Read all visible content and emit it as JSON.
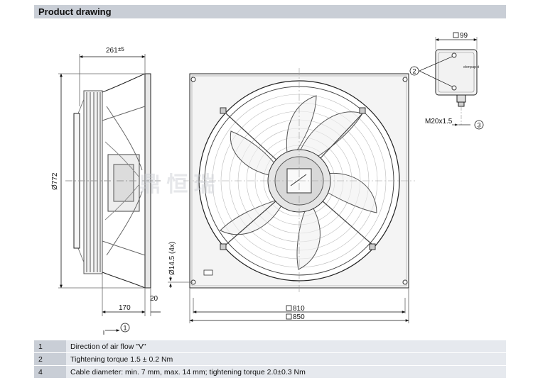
{
  "header": {
    "title": "Product drawing"
  },
  "dimensions": {
    "depth": "261",
    "depth_tol": "±5",
    "diameter": "Ø772",
    "depth_lower": "170",
    "flange": "20",
    "holes": "Ø14.5 (4x)",
    "inner_square": "810",
    "outer_square": "850",
    "box_width": "99",
    "cable_gland": "M20x1.5"
  },
  "callouts": [
    "1",
    "2",
    "3"
  ],
  "terminal_box": {
    "brand": "ebmpapst"
  },
  "watermark": "鼎 恒 瑞",
  "notes": [
    {
      "num": "1",
      "text": "Direction of air flow \"V\""
    },
    {
      "num": "2",
      "text": "Tightening torque 1.5 ± 0.2 Nm"
    },
    {
      "num": "4",
      "text": "Cable diameter: min. 7 mm, max. 14 mm; tightening torque 2.0±0.3 Nm"
    }
  ]
}
